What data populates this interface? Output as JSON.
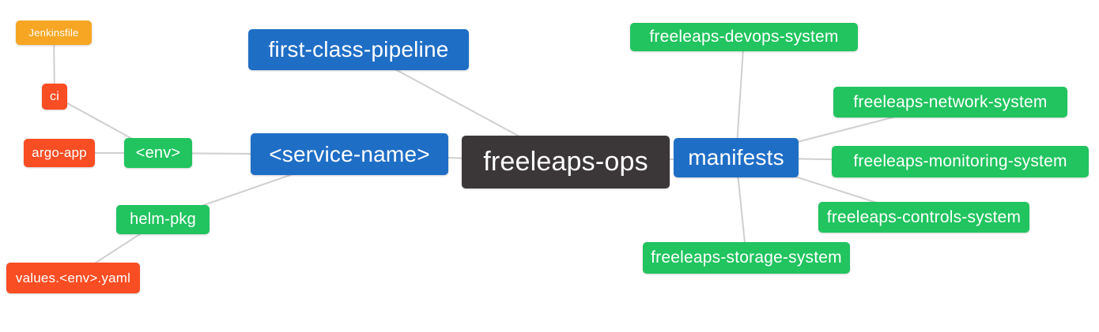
{
  "diagram": {
    "background": "#ffffff",
    "edge_color": "#cfcfcf",
    "palette": {
      "root": "#3b3738",
      "primary": "#1f6ec6",
      "secondary": "#21c45f",
      "alert": "#f94d23",
      "amber": "#f6a623",
      "text": "#ffffff"
    },
    "nodes": {
      "jenkinsfile": {
        "label": "Jenkinsfile",
        "color": "amber"
      },
      "ci": {
        "label": "ci",
        "color": "alert"
      },
      "argo_app": {
        "label": "argo-app",
        "color": "alert"
      },
      "env": {
        "label": "<env>",
        "color": "secondary"
      },
      "first_class_pipeline": {
        "label": "first-class-pipeline",
        "color": "primary"
      },
      "service_name": {
        "label": "<service-name>",
        "color": "primary"
      },
      "freeleaps_ops": {
        "label": "freeleaps-ops",
        "color": "root"
      },
      "manifests": {
        "label": "manifests",
        "color": "primary"
      },
      "devops_system": {
        "label": "freeleaps-devops-system",
        "color": "secondary"
      },
      "network_system": {
        "label": "freeleaps-network-system",
        "color": "secondary"
      },
      "monitoring_system": {
        "label": "freeleaps-monitoring-system",
        "color": "secondary"
      },
      "controls_system": {
        "label": "freeleaps-controls-system",
        "color": "secondary"
      },
      "storage_system": {
        "label": "freeleaps-storage-system",
        "color": "secondary"
      },
      "helm_pkg": {
        "label": "helm-pkg",
        "color": "secondary"
      },
      "values_env_yaml": {
        "label": "values.<env>.yaml",
        "color": "alert"
      }
    },
    "edges": [
      [
        "jenkinsfile",
        "ci"
      ],
      [
        "ci",
        "env"
      ],
      [
        "argo_app",
        "env"
      ],
      [
        "env",
        "service_name"
      ],
      [
        "helm_pkg",
        "service_name"
      ],
      [
        "values_env_yaml",
        "helm_pkg"
      ],
      [
        "service_name",
        "freeleaps_ops"
      ],
      [
        "first_class_pipeline",
        "freeleaps_ops"
      ],
      [
        "freeleaps_ops",
        "manifests"
      ],
      [
        "manifests",
        "devops_system"
      ],
      [
        "manifests",
        "network_system"
      ],
      [
        "manifests",
        "monitoring_system"
      ],
      [
        "manifests",
        "controls_system"
      ],
      [
        "manifests",
        "storage_system"
      ]
    ]
  }
}
